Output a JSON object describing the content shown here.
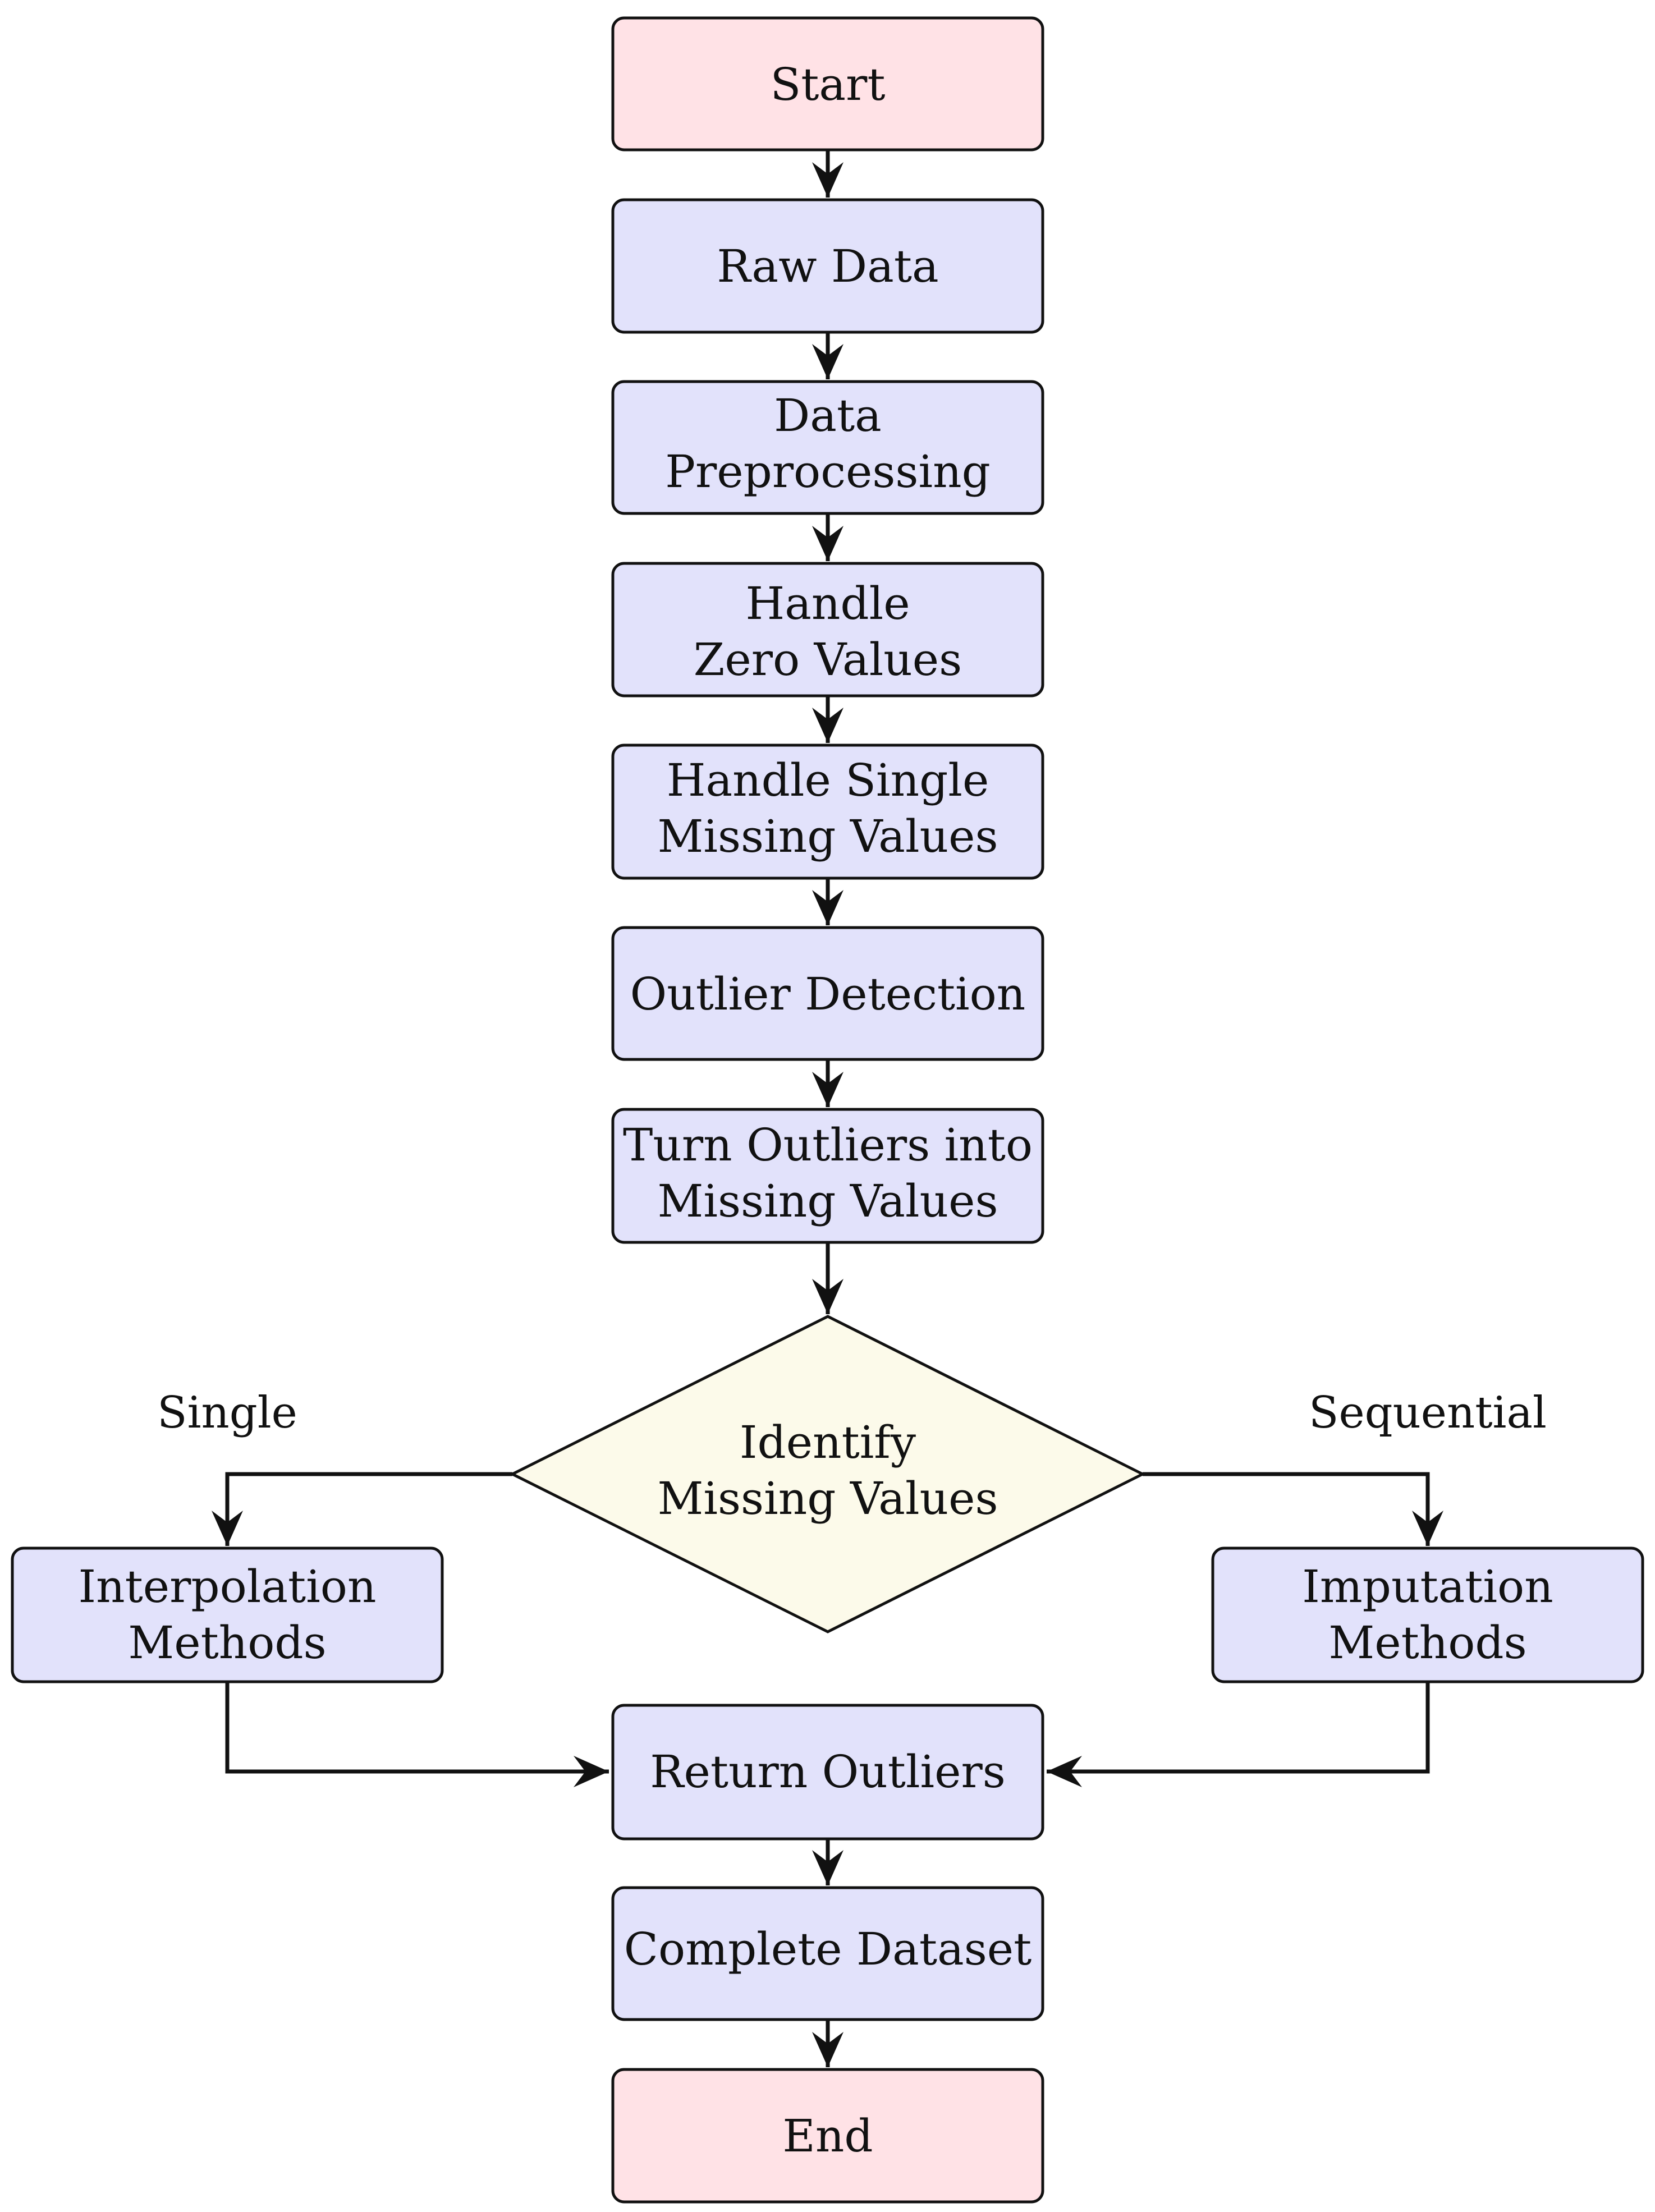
{
  "colors": {
    "terminal_fill": "#ffe2e6",
    "process_fill": "#e2e2fb",
    "decision_fill": "#fcfaea",
    "stroke": "#111111"
  },
  "nodes": {
    "start": {
      "lines": [
        "Start"
      ]
    },
    "raw_data": {
      "lines": [
        "Raw Data"
      ]
    },
    "preprocessing": {
      "lines": [
        "Data",
        "Preprocessing"
      ]
    },
    "zero_values": {
      "lines": [
        "Handle",
        "Zero Values"
      ]
    },
    "single_missing": {
      "lines": [
        "Handle Single",
        "Missing Values"
      ]
    },
    "outlier_detection": {
      "lines": [
        "Outlier Detection"
      ]
    },
    "turn_outliers": {
      "lines": [
        "Turn Outliers into",
        "Missing Values"
      ]
    },
    "identify": {
      "lines": [
        "Identify",
        "Missing Values"
      ]
    },
    "interpolation": {
      "lines": [
        "Interpolation",
        "Methods"
      ]
    },
    "imputation": {
      "lines": [
        "Imputation",
        "Methods"
      ]
    },
    "return_outliers": {
      "lines": [
        "Return Outliers"
      ]
    },
    "complete_dataset": {
      "lines": [
        "Complete Dataset"
      ]
    },
    "end": {
      "lines": [
        "End"
      ]
    }
  },
  "edge_labels": {
    "single": "Single",
    "sequential": "Sequential"
  }
}
